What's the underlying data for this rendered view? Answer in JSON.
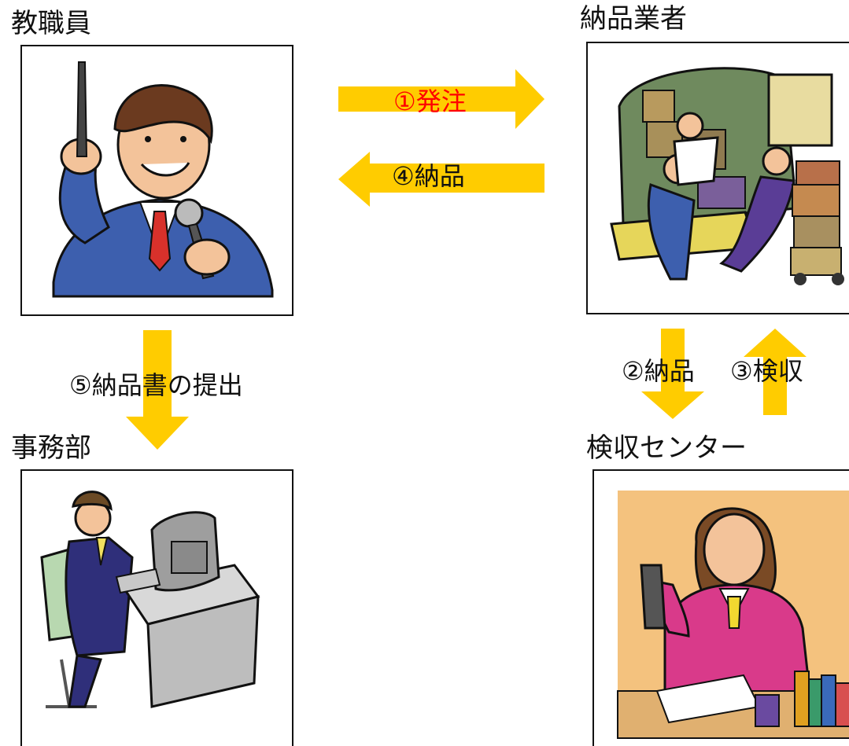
{
  "actors": {
    "faculty": "教職員",
    "vendor": "納品業者",
    "office": "事務部",
    "inspection": "検収センター"
  },
  "flow": {
    "step1": "①発注",
    "step2": "②納品",
    "step3": "③検収",
    "step4": "④納品",
    "step5": "⑤納品書の提出"
  },
  "colors": {
    "arrow": "#FFCC00",
    "highlight_text": "#FF0000",
    "border": "#111111",
    "inspection_background": "#F4C27E"
  },
  "icons": {
    "faculty": "man-with-microphone-and-pen-illustration",
    "vendor": "delivery-workers-unloading-truck-illustration",
    "office": "woman-typing-at-computer-illustration",
    "inspection": "woman-on-phone-at-desk-illustration"
  }
}
